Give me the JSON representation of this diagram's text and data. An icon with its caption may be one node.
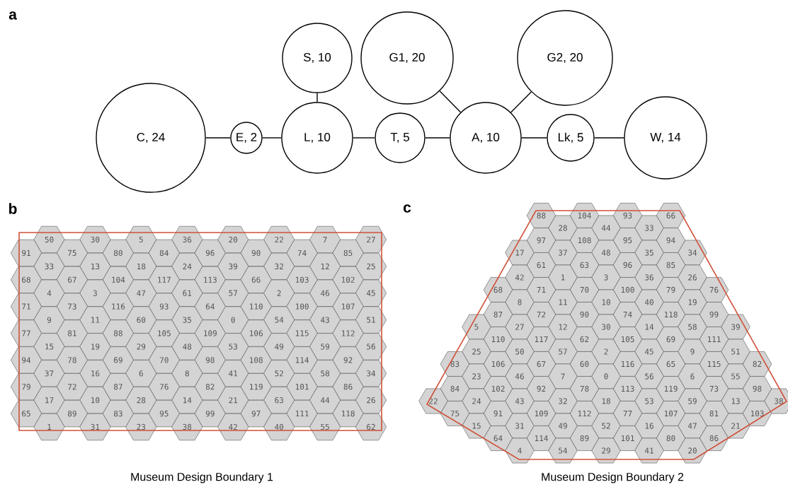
{
  "diagram": {
    "nodes": [
      {
        "text": [
          "S, 10"
        ]
      },
      {
        "text": [
          "G1, 20"
        ]
      },
      {
        "text": [
          "G2, 20"
        ]
      },
      {
        "text": [
          "C, 24"
        ]
      },
      {
        "text": [
          "E, 2"
        ]
      },
      {
        "text": [
          "L, 10"
        ]
      },
      {
        "text": [
          "T, 5"
        ]
      },
      {
        "text": [
          "A, 10"
        ]
      },
      {
        "text": [
          "Lk, 5"
        ]
      },
      {
        "text": [
          "W, 14"
        ]
      },
      {
        "text": [
          "50"
        ]
      },
      {
        "text": [
          "30"
        ]
      },
      {
        "text": [
          "5"
        ]
      },
      {
        "text": [
          "36"
        ]
      },
      {
        "text": [
          "20"
        ]
      },
      {
        "text": [
          "22"
        ]
      },
      {
        "text": [
          "7"
        ]
      },
      {
        "text": [
          "27"
        ]
      },
      {
        "text": [
          "91"
        ]
      },
      {
        "text": [
          "75"
        ]
      },
      {
        "text": [
          "80"
        ]
      },
      {
        "text": [
          "84"
        ]
      },
      {
        "text": [
          "96"
        ]
      },
      {
        "text": [
          "90"
        ]
      },
      {
        "text": [
          "74"
        ]
      },
      {
        "text": [
          "85"
        ]
      },
      {
        "text": [
          "33"
        ]
      },
      {
        "text": [
          "13"
        ]
      },
      {
        "text": [
          "18"
        ]
      },
      {
        "text": [
          "24"
        ]
      },
      {
        "text": [
          "39"
        ]
      },
      {
        "text": [
          "32"
        ]
      },
      {
        "text": [
          "12"
        ]
      },
      {
        "text": [
          "25"
        ]
      },
      {
        "text": [
          "68"
        ]
      },
      {
        "text": [
          "67"
        ]
      },
      {
        "text": [
          "104"
        ]
      },
      {
        "text": [
          "117"
        ]
      },
      {
        "text": [
          "113"
        ]
      },
      {
        "text": [
          "66"
        ]
      },
      {
        "text": [
          "103"
        ]
      },
      {
        "text": [
          "102"
        ]
      },
      {
        "text": [
          "4"
        ]
      },
      {
        "text": [
          "3"
        ]
      },
      {
        "text": [
          "47"
        ]
      },
      {
        "text": [
          "61"
        ]
      },
      {
        "text": [
          "57"
        ]
      },
      {
        "text": [
          "2"
        ]
      },
      {
        "text": [
          "46"
        ]
      },
      {
        "text": [
          "45"
        ]
      },
      {
        "text": [
          "71"
        ]
      },
      {
        "text": [
          "73"
        ]
      },
      {
        "text": [
          "116"
        ]
      },
      {
        "text": [
          "93"
        ]
      },
      {
        "text": [
          "64"
        ]
      },
      {
        "text": [
          "110"
        ]
      },
      {
        "text": [
          "100"
        ]
      },
      {
        "text": [
          "107"
        ]
      },
      {
        "text": [
          "9"
        ]
      },
      {
        "text": [
          "11"
        ]
      },
      {
        "text": [
          "60"
        ]
      },
      {
        "text": [
          "35"
        ]
      },
      {
        "text": [
          "0"
        ]
      },
      {
        "text": [
          "54"
        ]
      },
      {
        "text": [
          "43"
        ]
      },
      {
        "text": [
          "51"
        ]
      },
      {
        "text": [
          "77"
        ]
      },
      {
        "text": [
          "81"
        ]
      },
      {
        "text": [
          "88"
        ]
      },
      {
        "text": [
          "105"
        ]
      },
      {
        "text": [
          "109"
        ]
      },
      {
        "text": [
          "106"
        ]
      },
      {
        "text": [
          "115"
        ]
      },
      {
        "text": [
          "112"
        ]
      },
      {
        "text": [
          "15"
        ]
      },
      {
        "text": [
          "19"
        ]
      },
      {
        "text": [
          "29"
        ]
      },
      {
        "text": [
          "48"
        ]
      },
      {
        "text": [
          "53"
        ]
      },
      {
        "text": [
          "49"
        ]
      },
      {
        "text": [
          "59"
        ]
      },
      {
        "text": [
          "56"
        ]
      },
      {
        "text": [
          "94"
        ]
      },
      {
        "text": [
          "78"
        ]
      },
      {
        "text": [
          "69"
        ]
      },
      {
        "text": [
          "70"
        ]
      },
      {
        "text": [
          "98"
        ]
      },
      {
        "text": [
          "108"
        ]
      },
      {
        "text": [
          "114"
        ]
      },
      {
        "text": [
          "92"
        ]
      },
      {
        "text": [
          "37"
        ]
      },
      {
        "text": [
          "16"
        ]
      },
      {
        "text": [
          "6"
        ]
      },
      {
        "text": [
          "8"
        ]
      },
      {
        "text": [
          "41"
        ]
      },
      {
        "text": [
          "52"
        ]
      },
      {
        "text": [
          "58"
        ]
      },
      {
        "text": [
          "34"
        ]
      },
      {
        "text": [
          "79"
        ]
      },
      {
        "text": [
          "72"
        ]
      },
      {
        "text": [
          "87"
        ]
      },
      {
        "text": [
          "76"
        ]
      },
      {
        "text": [
          "82"
        ]
      },
      {
        "text": [
          "119"
        ]
      },
      {
        "text": [
          "101"
        ]
      },
      {
        "text": [
          "86"
        ]
      },
      {
        "text": [
          "17"
        ]
      },
      {
        "text": [
          "10"
        ]
      },
      {
        "text": [
          "28"
        ]
      },
      {
        "text": [
          "14"
        ]
      },
      {
        "text": [
          "21"
        ]
      },
      {
        "text": [
          "63"
        ]
      },
      {
        "text": [
          "44"
        ]
      },
      {
        "text": [
          "26"
        ]
      },
      {
        "text": [
          "65"
        ]
      },
      {
        "text": [
          "89"
        ]
      },
      {
        "text": [
          "83"
        ]
      },
      {
        "text": [
          "95"
        ]
      },
      {
        "text": [
          "99"
        ]
      },
      {
        "text": [
          "97"
        ]
      },
      {
        "text": [
          "111"
        ]
      },
      {
        "text": [
          "118"
        ]
      },
      {
        "text": [
          "1"
        ]
      },
      {
        "text": [
          "31"
        ]
      },
      {
        "text": [
          "23"
        ]
      },
      {
        "text": [
          "38"
        ]
      },
      {
        "text": [
          "42"
        ]
      },
      {
        "text": [
          "40"
        ]
      },
      {
        "text": [
          "55"
        ]
      },
      {
        "text": [
          "62"
        ]
      },
      {
        "text": [
          "88"
        ]
      },
      {
        "text": [
          "104"
        ]
      },
      {
        "text": [
          "93"
        ]
      },
      {
        "text": [
          "66"
        ]
      },
      {
        "text": [
          "28"
        ]
      },
      {
        "text": [
          "44"
        ]
      },
      {
        "text": [
          "33"
        ]
      },
      {
        "text": [
          "97"
        ]
      },
      {
        "text": [
          "108"
        ]
      },
      {
        "text": [
          "95"
        ]
      },
      {
        "text": [
          "94"
        ]
      },
      {
        "text": [
          "17"
        ]
      },
      {
        "text": [
          "37"
        ]
      },
      {
        "text": [
          "48"
        ]
      },
      {
        "text": [
          "35"
        ]
      },
      {
        "text": [
          "34"
        ]
      },
      {
        "text": [
          "61"
        ]
      },
      {
        "text": [
          "63"
        ]
      },
      {
        "text": [
          "96"
        ]
      },
      {
        "text": [
          "85"
        ]
      },
      {
        "text": [
          "42"
        ]
      },
      {
        "text": [
          "1"
        ]
      },
      {
        "text": [
          "3"
        ]
      },
      {
        "text": [
          "36"
        ]
      },
      {
        "text": [
          "26"
        ]
      },
      {
        "text": [
          "68"
        ]
      },
      {
        "text": [
          "71"
        ]
      },
      {
        "text": [
          "70"
        ]
      },
      {
        "text": [
          "100"
        ]
      },
      {
        "text": [
          "79"
        ]
      },
      {
        "text": [
          "76"
        ]
      },
      {
        "text": [
          "8"
        ]
      },
      {
        "text": [
          "11"
        ]
      },
      {
        "text": [
          "10"
        ]
      },
      {
        "text": [
          "40"
        ]
      },
      {
        "text": [
          "19"
        ]
      },
      {
        "text": [
          "87"
        ]
      },
      {
        "text": [
          "72"
        ]
      },
      {
        "text": [
          "90"
        ]
      },
      {
        "text": [
          "74"
        ]
      },
      {
        "text": [
          "118"
        ]
      },
      {
        "text": [
          "99"
        ]
      },
      {
        "text": [
          "5"
        ]
      },
      {
        "text": [
          "27"
        ]
      },
      {
        "text": [
          "12"
        ]
      },
      {
        "text": [
          "30"
        ]
      },
      {
        "text": [
          "14"
        ]
      },
      {
        "text": [
          "58"
        ]
      },
      {
        "text": [
          "39"
        ]
      },
      {
        "text": [
          "110"
        ]
      },
      {
        "text": [
          "117"
        ]
      },
      {
        "text": [
          "62"
        ]
      },
      {
        "text": [
          "105"
        ]
      },
      {
        "text": [
          "69"
        ]
      },
      {
        "text": [
          "111"
        ]
      },
      {
        "text": [
          "25"
        ]
      },
      {
        "text": [
          "50"
        ]
      },
      {
        "text": [
          "57"
        ]
      },
      {
        "text": [
          "2"
        ]
      },
      {
        "text": [
          "45"
        ]
      },
      {
        "text": [
          "9"
        ]
      },
      {
        "text": [
          "51"
        ]
      },
      {
        "text": [
          "83"
        ]
      },
      {
        "text": [
          "106"
        ]
      },
      {
        "text": [
          "67"
        ]
      },
      {
        "text": [
          "60"
        ]
      },
      {
        "text": [
          "116"
        ]
      },
      {
        "text": [
          "65"
        ]
      },
      {
        "text": [
          "115"
        ]
      },
      {
        "text": [
          "82"
        ]
      },
      {
        "text": [
          "23"
        ]
      },
      {
        "text": [
          "46"
        ]
      },
      {
        "text": [
          "7"
        ]
      },
      {
        "text": [
          "0"
        ]
      },
      {
        "text": [
          "56"
        ]
      },
      {
        "text": [
          "6"
        ]
      },
      {
        "text": [
          "55"
        ]
      },
      {
        "text": [
          "84"
        ]
      },
      {
        "text": [
          "102"
        ]
      },
      {
        "text": [
          "92"
        ]
      },
      {
        "text": [
          "78"
        ]
      },
      {
        "text": [
          "113"
        ]
      },
      {
        "text": [
          "119"
        ]
      },
      {
        "text": [
          "73"
        ]
      },
      {
        "text": [
          "98"
        ]
      },
      {
        "text": [
          "22"
        ]
      },
      {
        "text": [
          "24"
        ]
      },
      {
        "text": [
          "43"
        ]
      },
      {
        "text": [
          "32"
        ]
      },
      {
        "text": [
          "18"
        ]
      },
      {
        "text": [
          "53"
        ]
      },
      {
        "text": [
          "59"
        ]
      },
      {
        "text": [
          "13"
        ]
      },
      {
        "text": [
          "38"
        ]
      },
      {
        "text": [
          "75"
        ]
      },
      {
        "text": [
          "91"
        ]
      },
      {
        "text": [
          "109"
        ]
      },
      {
        "text": [
          "112"
        ]
      },
      {
        "text": [
          "77"
        ]
      },
      {
        "text": [
          "107"
        ]
      },
      {
        "text": [
          "81"
        ]
      },
      {
        "text": [
          "103"
        ]
      },
      {
        "text": [
          "15"
        ]
      },
      {
        "text": [
          "31"
        ]
      },
      {
        "text": [
          "49"
        ]
      },
      {
        "text": [
          "52"
        ]
      },
      {
        "text": [
          "16"
        ]
      },
      {
        "text": [
          "47"
        ]
      },
      {
        "text": [
          "21"
        ]
      },
      {
        "text": [
          "64"
        ]
      },
      {
        "text": [
          "114"
        ]
      },
      {
        "text": [
          "89"
        ]
      },
      {
        "text": [
          "101"
        ]
      },
      {
        "text": [
          "80"
        ]
      },
      {
        "text": [
          "86"
        ]
      },
      {
        "text": [
          "4"
        ]
      },
      {
        "text": [
          "54"
        ]
      },
      {
        "text": [
          "29"
        ]
      },
      {
        "text": [
          "41"
        ]
      },
      {
        "text": [
          "20"
        ]
      }
    ],
    "edges": [
      {
        "from": 3,
        "to": 4,
        "arrow": "none"
      },
      {
        "from": 4,
        "to": 5,
        "arrow": "none"
      },
      {
        "from": 5,
        "to": 0,
        "arrow": "none"
      },
      {
        "from": 5,
        "to": 6,
        "arrow": "none"
      },
      {
        "from": 6,
        "to": 7,
        "arrow": "none"
      },
      {
        "from": 7,
        "to": 1,
        "arrow": "none"
      },
      {
        "from": 7,
        "to": 2,
        "arrow": "none"
      },
      {
        "from": 7,
        "to": 8,
        "arrow": "none"
      },
      {
        "from": 8,
        "to": 9,
        "arrow": "none"
      }
    ],
    "labels": [
      "a",
      "b",
      "c",
      "Museum Design Boundary 1",
      "Museum Design Boundary 2"
    ]
  }
}
